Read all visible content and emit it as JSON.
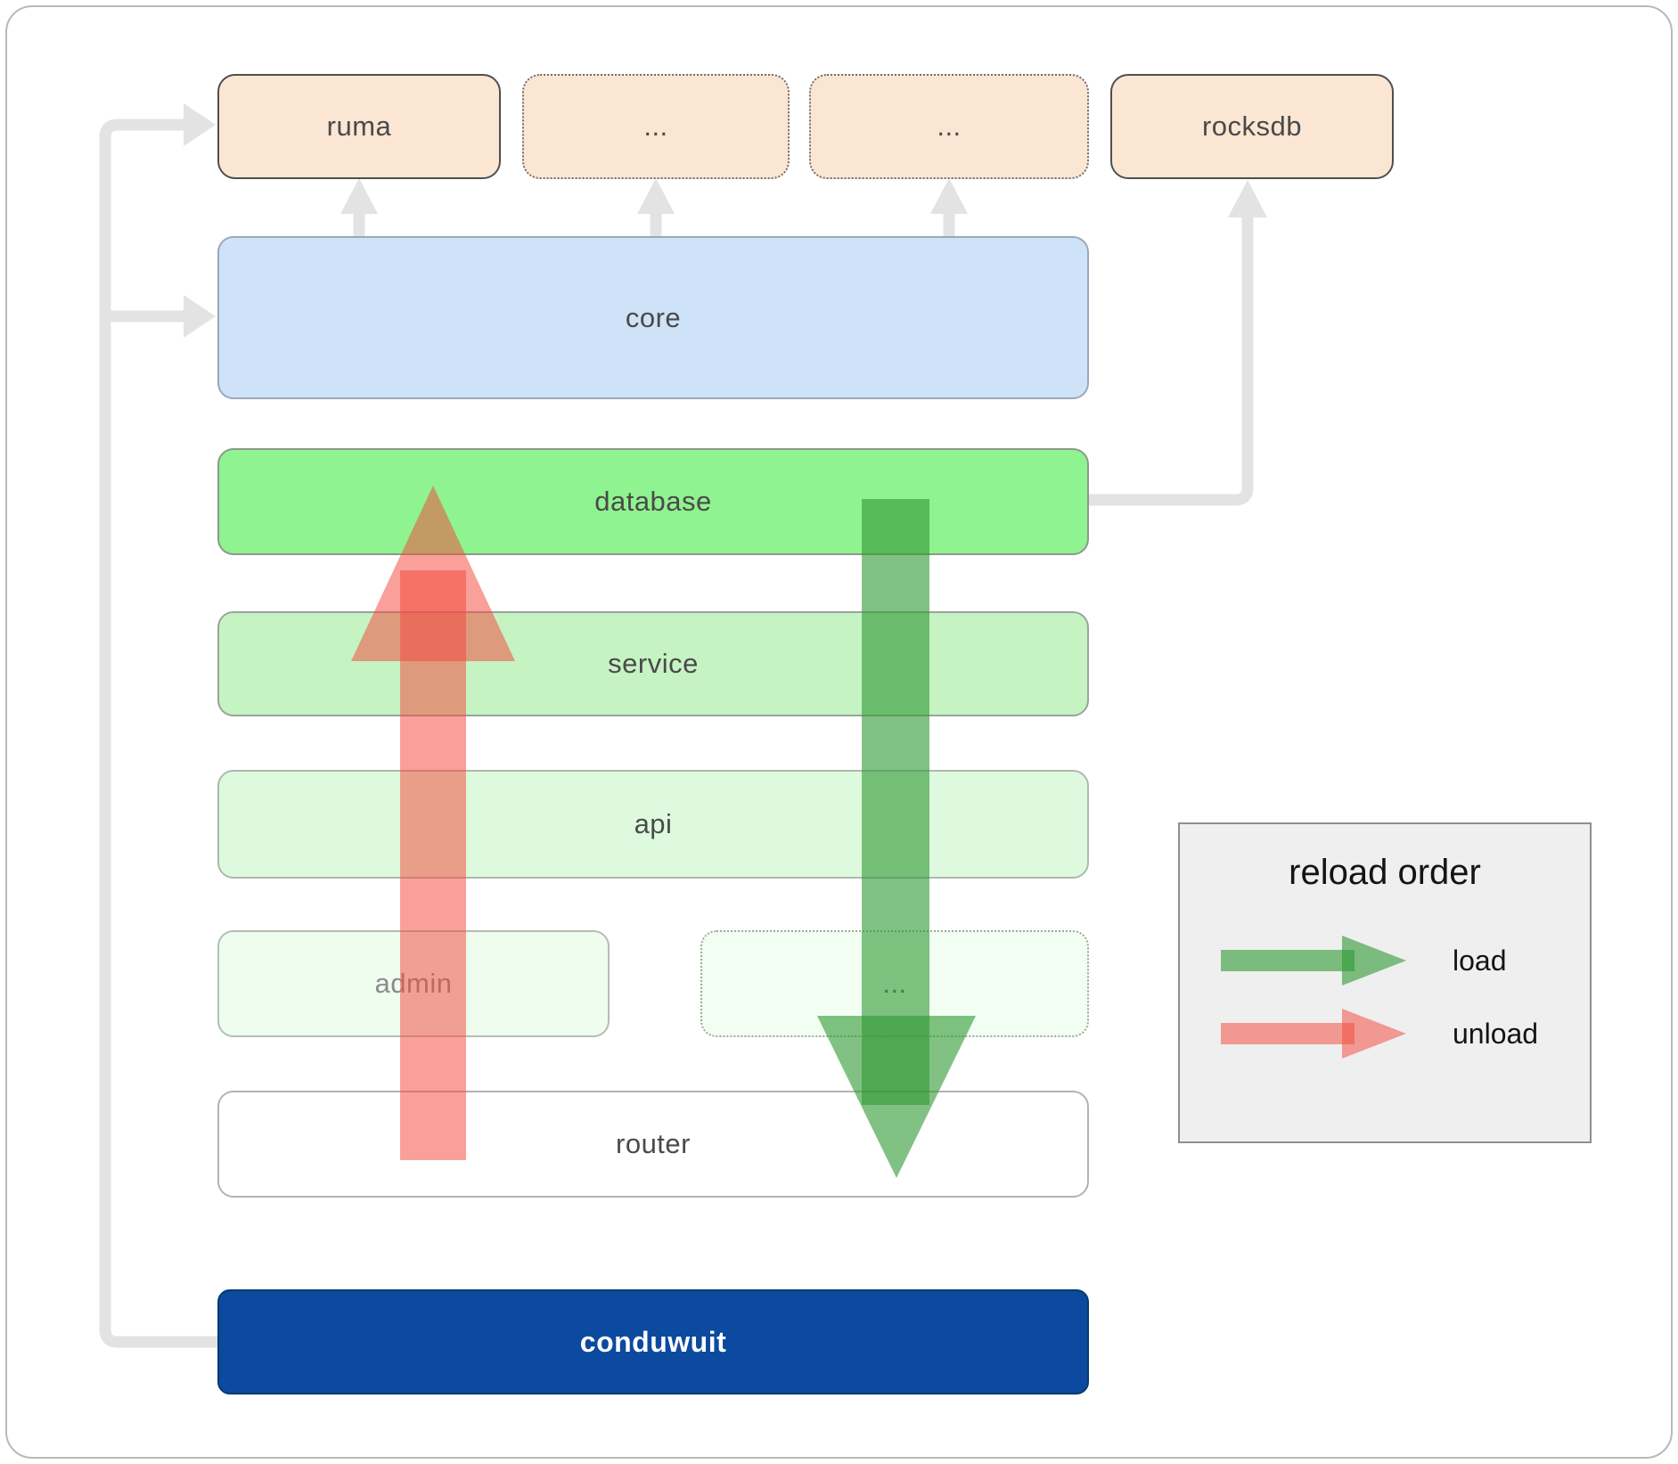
{
  "nodes": {
    "ruma": "ruma",
    "ellipsis1": "...",
    "ellipsis2": "...",
    "rocksdb": "rocksdb",
    "core": "core",
    "database": "database",
    "service": "service",
    "api": "api",
    "admin": "admin",
    "ellipsis3": "...",
    "router": "router",
    "conduwuit": "conduwuit"
  },
  "legend": {
    "title": "reload order",
    "items": [
      {
        "label": "load",
        "color": "#2e9732",
        "direction": "down"
      },
      {
        "label": "unload",
        "color": "#f4483e",
        "direction": "up"
      }
    ]
  },
  "colors": {
    "external_box": "#fbe6d4",
    "core": "#cfe3f8",
    "database": "#8ff38f",
    "service": "#c6f3c2",
    "api": "#defade",
    "admin": "#eefdee",
    "router": "#ffffff",
    "conduwuit": "#0b4a9e",
    "load_arrow": "#2e9732",
    "unload_arrow": "#f4483e",
    "connector": "#e3e3e3",
    "legend_bg": "#efefef"
  }
}
